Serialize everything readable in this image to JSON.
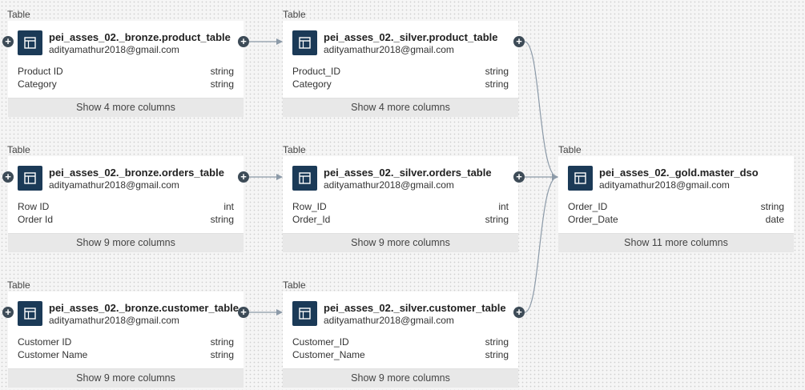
{
  "nodes": [
    {
      "kind": "Table",
      "name": "pei_asses_02._bronze.product_table",
      "owner": "adityamathur2018@gmail.com",
      "columns": [
        {
          "name": "Product ID",
          "type": "string"
        },
        {
          "name": "Category",
          "type": "string"
        }
      ],
      "more": "Show 4 more columns"
    },
    {
      "kind": "Table",
      "name": "pei_asses_02._silver.product_table",
      "owner": "adityamathur2018@gmail.com",
      "columns": [
        {
          "name": "Product_ID",
          "type": "string"
        },
        {
          "name": "Category",
          "type": "string"
        }
      ],
      "more": "Show 4 more columns"
    },
    {
      "kind": "Table",
      "name": "pei_asses_02._bronze.orders_table",
      "owner": "adityamathur2018@gmail.com",
      "columns": [
        {
          "name": "Row ID",
          "type": "int"
        },
        {
          "name": "Order Id",
          "type": "string"
        }
      ],
      "more": "Show 9 more columns"
    },
    {
      "kind": "Table",
      "name": "pei_asses_02._silver.orders_table",
      "owner": "adityamathur2018@gmail.com",
      "columns": [
        {
          "name": "Row_ID",
          "type": "int"
        },
        {
          "name": "Order_Id",
          "type": "string"
        }
      ],
      "more": "Show 9 more columns"
    },
    {
      "kind": "Table",
      "name": "pei_asses_02._gold.master_dso",
      "owner": "adityamathur2018@gmail.com",
      "columns": [
        {
          "name": "Order_ID",
          "type": "string"
        },
        {
          "name": "Order_Date",
          "type": "date"
        }
      ],
      "more": "Show 11 more columns"
    },
    {
      "kind": "Table",
      "name": "pei_asses_02._bronze.customer_table",
      "owner": "adityamathur2018@gmail.com",
      "columns": [
        {
          "name": "Customer ID",
          "type": "string"
        },
        {
          "name": "Customer Name",
          "type": "string"
        }
      ],
      "more": "Show 9 more columns"
    },
    {
      "kind": "Table",
      "name": "pei_asses_02._silver.customer_table",
      "owner": "adityamathur2018@gmail.com",
      "columns": [
        {
          "name": "Customer_ID",
          "type": "string"
        },
        {
          "name": "Customer_Name",
          "type": "string"
        }
      ],
      "more": "Show 9 more columns"
    }
  ],
  "colors": {
    "icon_bg": "#1b3a57",
    "plus_bg": "#3d4b57",
    "edge": "#8c9aa8",
    "button_bg": "#e8e8e8"
  },
  "icons": {
    "node": "table-icon",
    "expand": "plus-icon"
  }
}
